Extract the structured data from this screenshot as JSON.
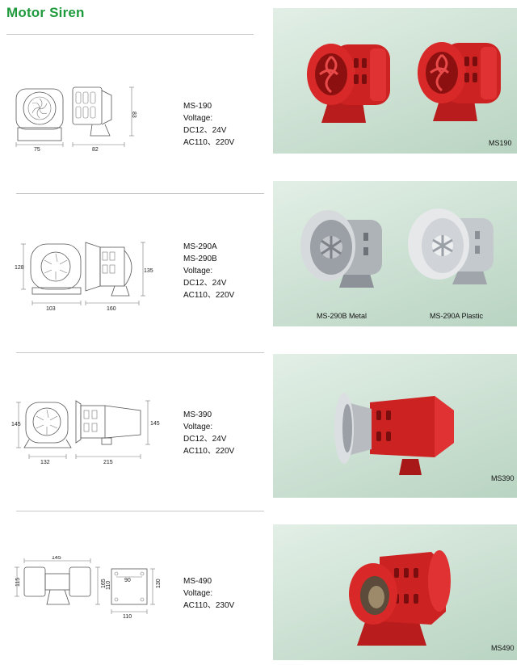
{
  "page_title": "Motor Siren",
  "products": [
    {
      "spec_lines": [
        "MS-190",
        "Voltage:",
        "DC12、24V",
        "AC110、220V"
      ],
      "dimensions": [
        "75",
        "82",
        "83"
      ],
      "captions": [
        "MS190"
      ],
      "color": "#d42424"
    },
    {
      "spec_lines": [
        "MS-290A",
        "MS-290B",
        "Voltage:",
        "DC12、24V",
        "AC110、220V"
      ],
      "dimensions": [
        "128",
        "103",
        "160",
        "135"
      ],
      "captions": [
        "MS-290B  Metal",
        "MS-290A   Plastic"
      ],
      "color": "#c8ccd0"
    },
    {
      "spec_lines": [
        "MS-390",
        "Voltage:",
        "DC12、24V",
        "AC110、220V"
      ],
      "dimensions": [
        "145",
        "132",
        "215",
        "145"
      ],
      "captions": [
        "MS390"
      ],
      "color": "#d42424"
    },
    {
      "spec_lines": [
        "MS-490",
        "Voltage:",
        "AC110、230V"
      ],
      "dimensions": [
        "145",
        "115",
        "165",
        "90",
        "110",
        "130",
        "110"
      ],
      "captions": [
        "MS490"
      ],
      "color": "#d42424"
    }
  ]
}
